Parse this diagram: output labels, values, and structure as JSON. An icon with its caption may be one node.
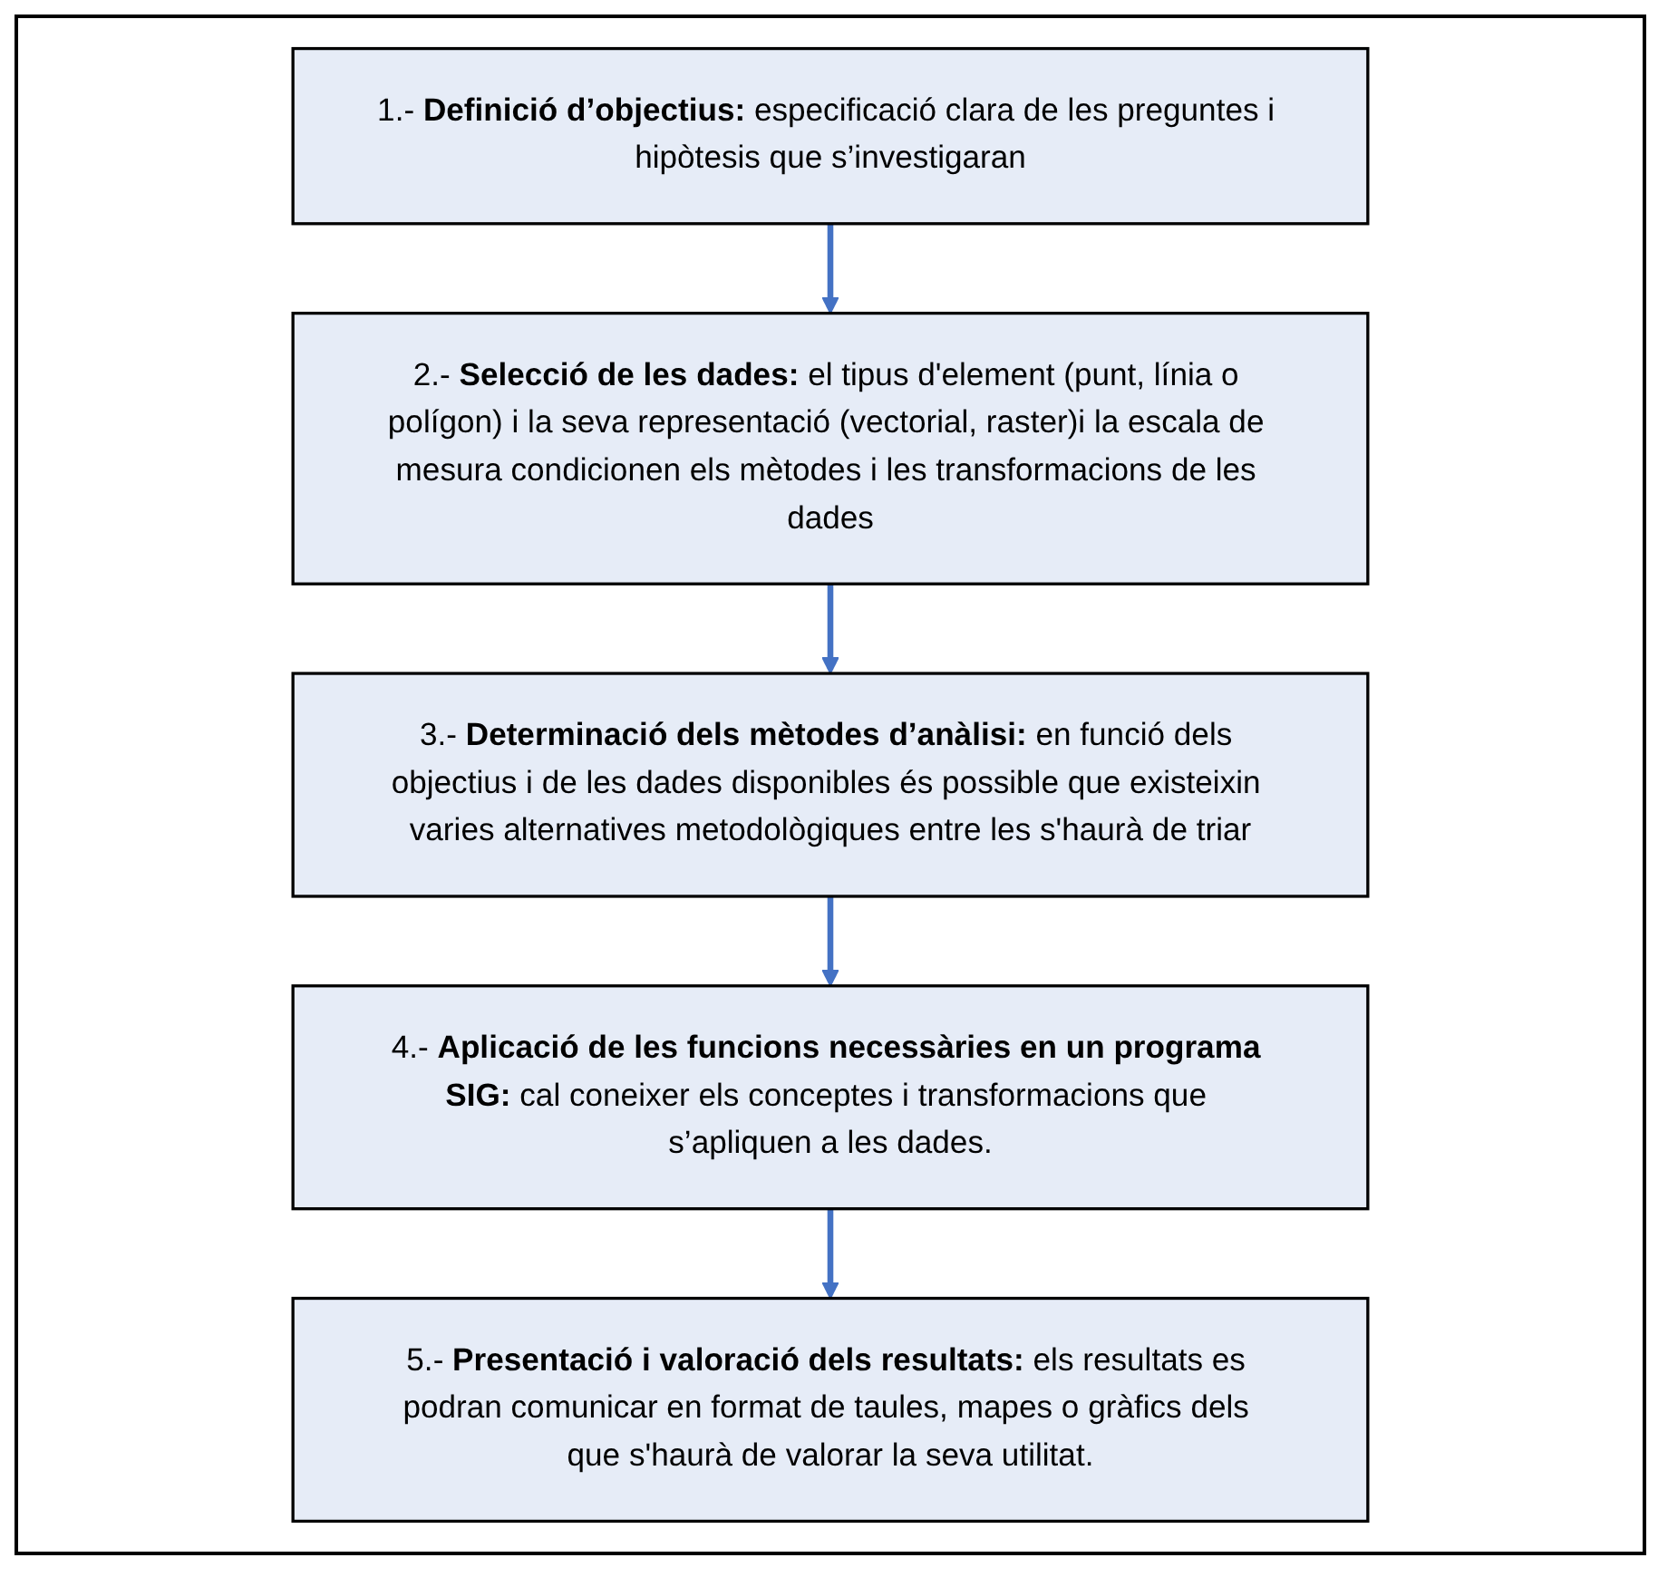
{
  "diagram": {
    "nodes": [
      {
        "text": [
          "1.- **Definició d’objectius:** especificació clara de les preguntes i hipòtesis que s’investigaran"
        ]
      },
      {
        "text": [
          "2.- **Selecció de les dades:** el tipus d'element (punt, línia o polígon) i la seva representació (vectorial, raster)i la escala de mesura condicionen els mètodes i les transformacions de les dades"
        ]
      },
      {
        "text": [
          "3.- **Determinació dels mètodes d’anàlisi:** en funció dels objectius i de les dades disponibles és possible que existeixin varies alternatives metodològiques entre les s'haurà de triar"
        ]
      },
      {
        "text": [
          "4.- **Aplicació de les funcions necessàries en un programa SIG:** cal coneixer els conceptes i transformacions que s’apliquen a les dades."
        ]
      },
      {
        "text": [
          "5.- **Presentació i valoració dels resultats:** els resultats es podran comunicar en format de taules, mapes o gràfics dels que s'haurà de valorar la seva utilitat."
        ]
      }
    ],
    "edges": [
      {
        "from": 0,
        "to": 1,
        "arrow": "to"
      },
      {
        "from": 1,
        "to": 2,
        "arrow": "to"
      },
      {
        "from": 2,
        "to": 3,
        "arrow": "to"
      },
      {
        "from": 3,
        "to": 4,
        "arrow": "to"
      }
    ]
  }
}
